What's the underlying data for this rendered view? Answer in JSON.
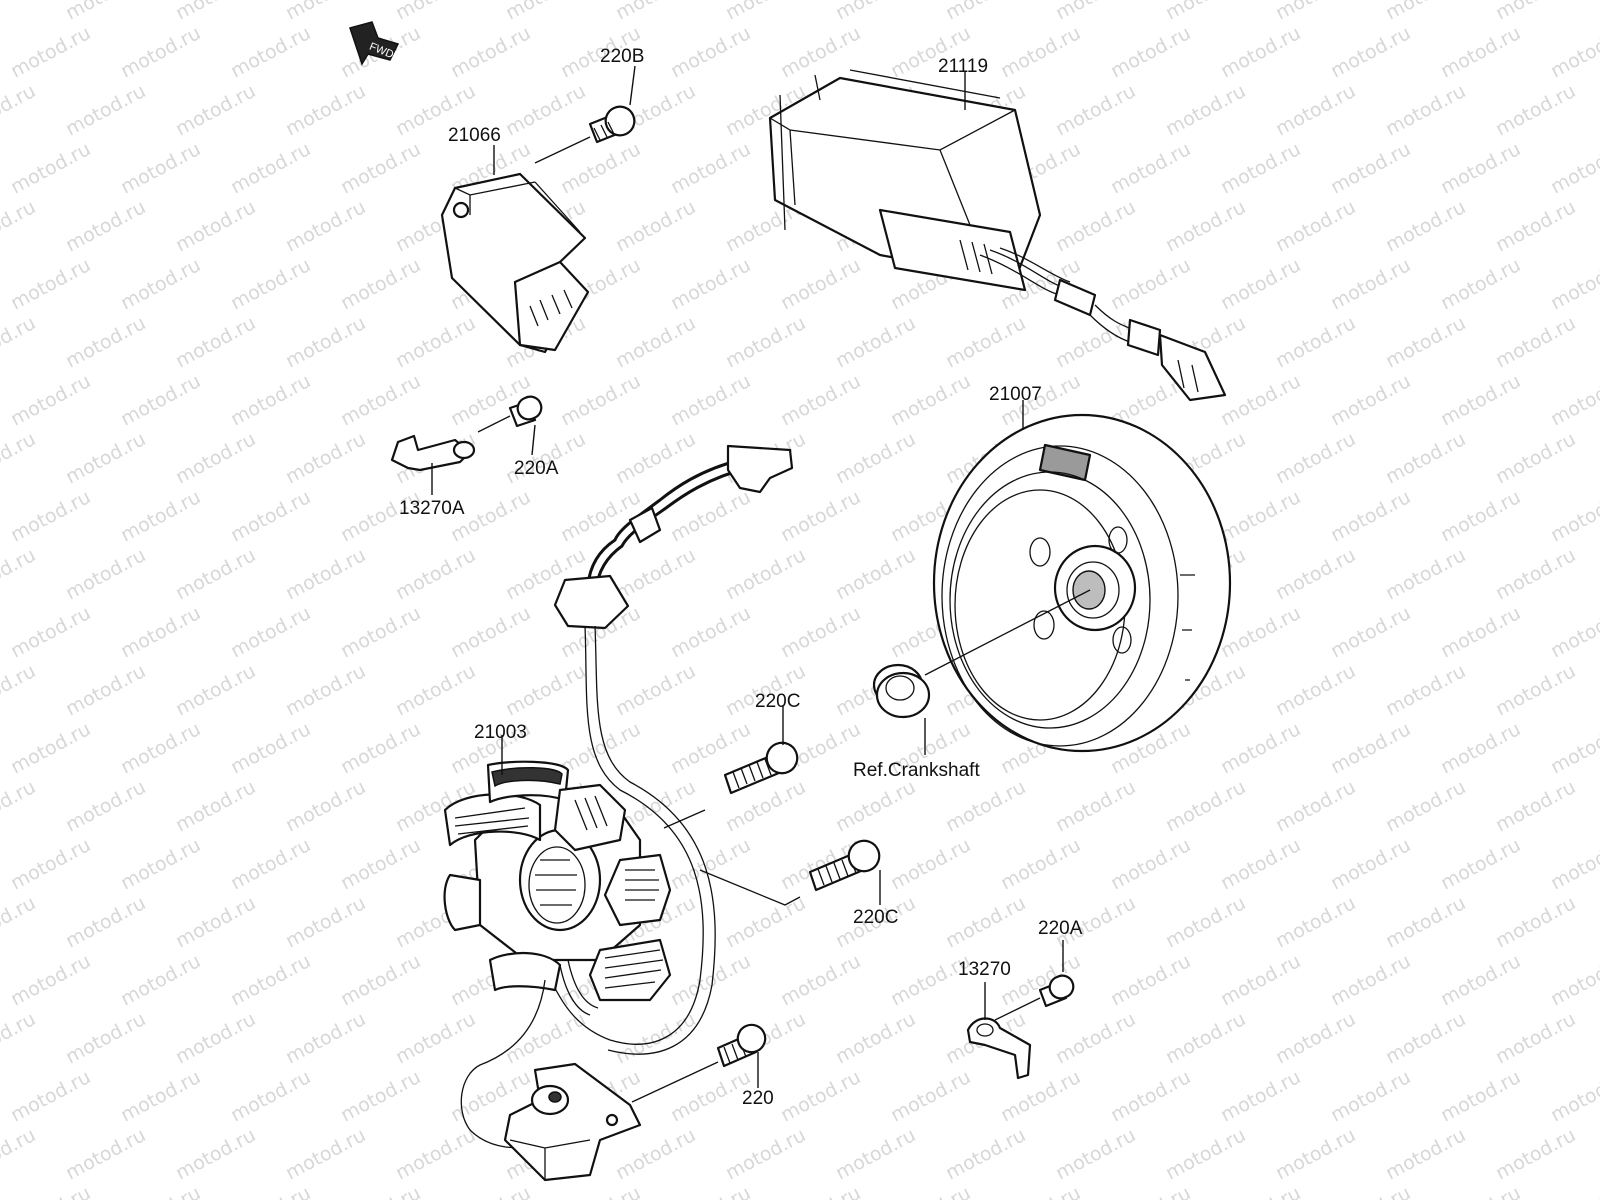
{
  "watermark": "motod.ru",
  "fwd_arrow": {
    "label": "FWD"
  },
  "labels": {
    "p220B": "220B",
    "p21066": "21066",
    "p21119": "21119",
    "p220A_top": "220A",
    "p13270A": "13270A",
    "p21007": "21007",
    "ref_crankshaft": "Ref.Crankshaft",
    "p220C_top": "220C",
    "p21003": "21003",
    "p220C_bottom": "220C",
    "p220A_bottom": "220A",
    "p13270": "13270",
    "p220": "220"
  }
}
